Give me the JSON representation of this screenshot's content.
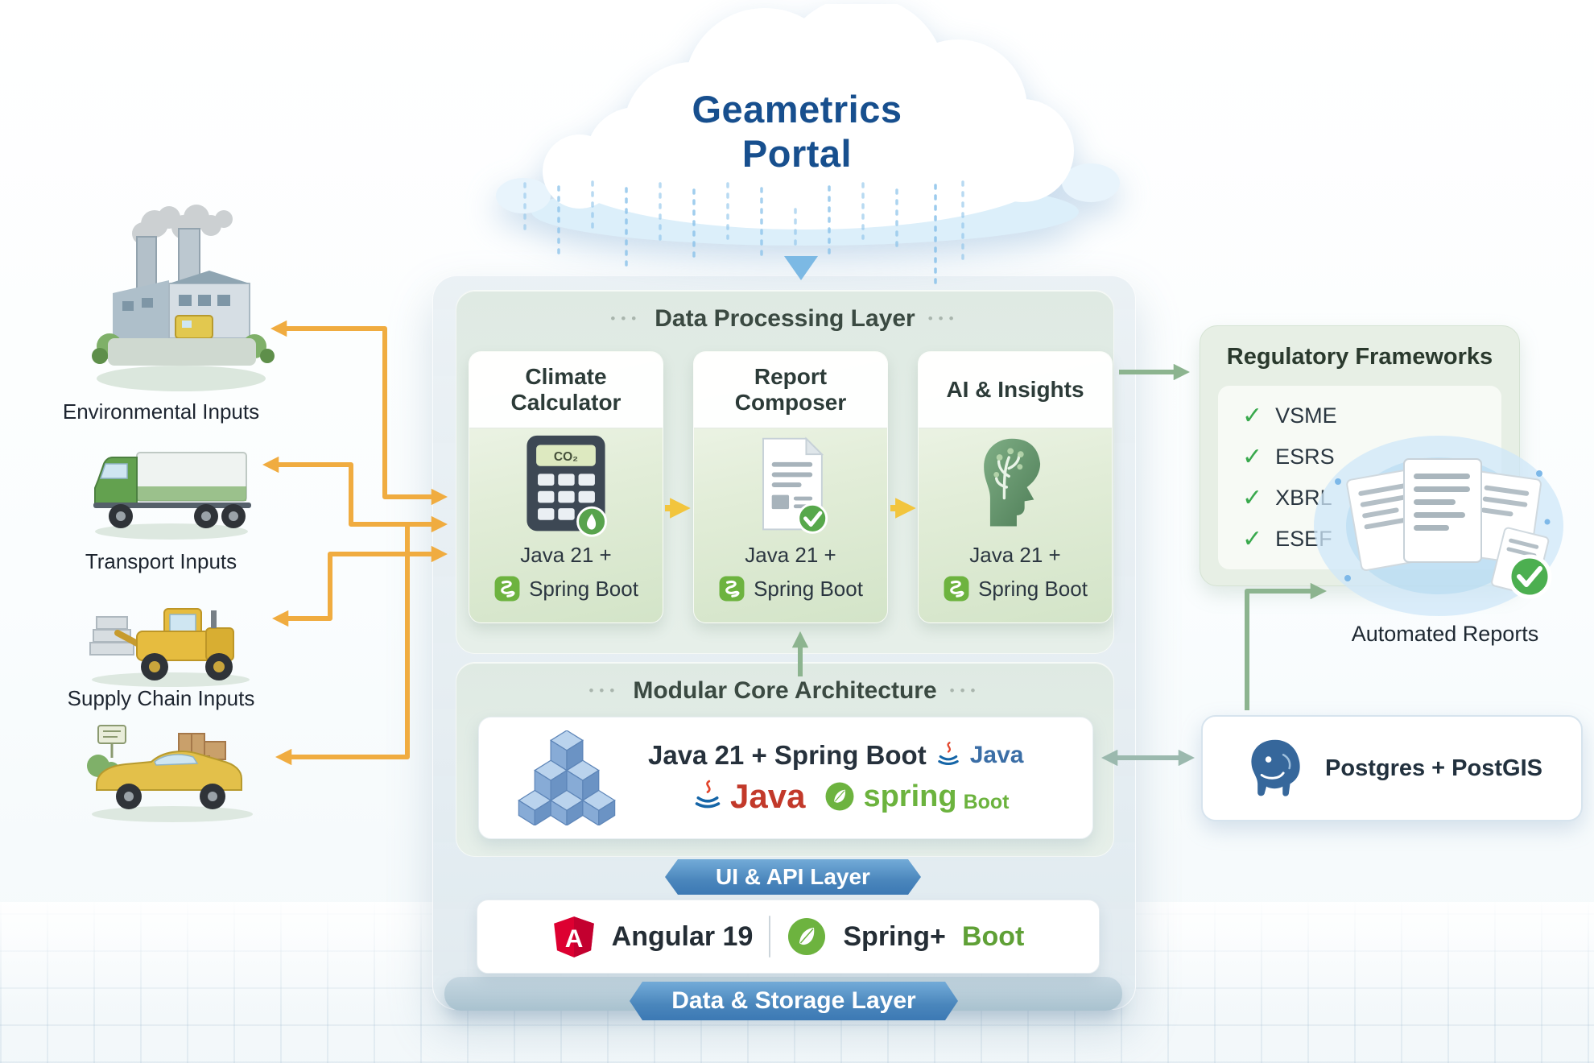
{
  "title": {
    "line1": "Geametrics",
    "line2": "Portal"
  },
  "inputs": [
    {
      "label": "Environmental Inputs"
    },
    {
      "label": "Transport Inputs"
    },
    {
      "label": "Supply Chain Inputs"
    },
    {
      "label": ""
    }
  ],
  "processing": {
    "header": "Data Processing Layer",
    "calculator_screen": "CO₂",
    "modules": [
      {
        "title": "Climate Calculator",
        "runtime": "Java 21 +",
        "framework": "Spring Boot"
      },
      {
        "title": "Report Composer",
        "runtime": "Java 21 +",
        "framework": "Spring Boot"
      },
      {
        "title": "AI & Insights",
        "runtime": "Java 21 +",
        "framework": "Spring Boot"
      }
    ]
  },
  "core": {
    "header": "Modular Core Architecture",
    "stack_title": "Java 21 + Spring Boot",
    "java_word_blue": "Java",
    "java_word_red": "Java",
    "spring_word": "spring",
    "boot_word": "Boot"
  },
  "ui_api": {
    "banner": "UI & API Layer",
    "angular": "Angular 19",
    "angular_initial": "A",
    "spring": "Spring+",
    "boot": "Boot"
  },
  "storage": {
    "banner": "Data & Storage Layer"
  },
  "regulatory": {
    "title": "Regulatory Frameworks",
    "items": [
      "VSME",
      "ESRS",
      "XBRL",
      "ESEF"
    ]
  },
  "reports": {
    "label": "Automated Reports"
  },
  "database": {
    "label": "Postgres + PostGIS"
  },
  "colors": {
    "title_blue": "#174f8e",
    "banner_blue": "#3c79b4",
    "spring_green": "#6db33f",
    "check_green": "#39a94d",
    "arrow_orange": "#f0ac40",
    "arrow_yellow": "#f2c53d",
    "arrow_green": "#8cb48f",
    "angular_red": "#dd0031",
    "postgres_blue": "#36679b"
  }
}
